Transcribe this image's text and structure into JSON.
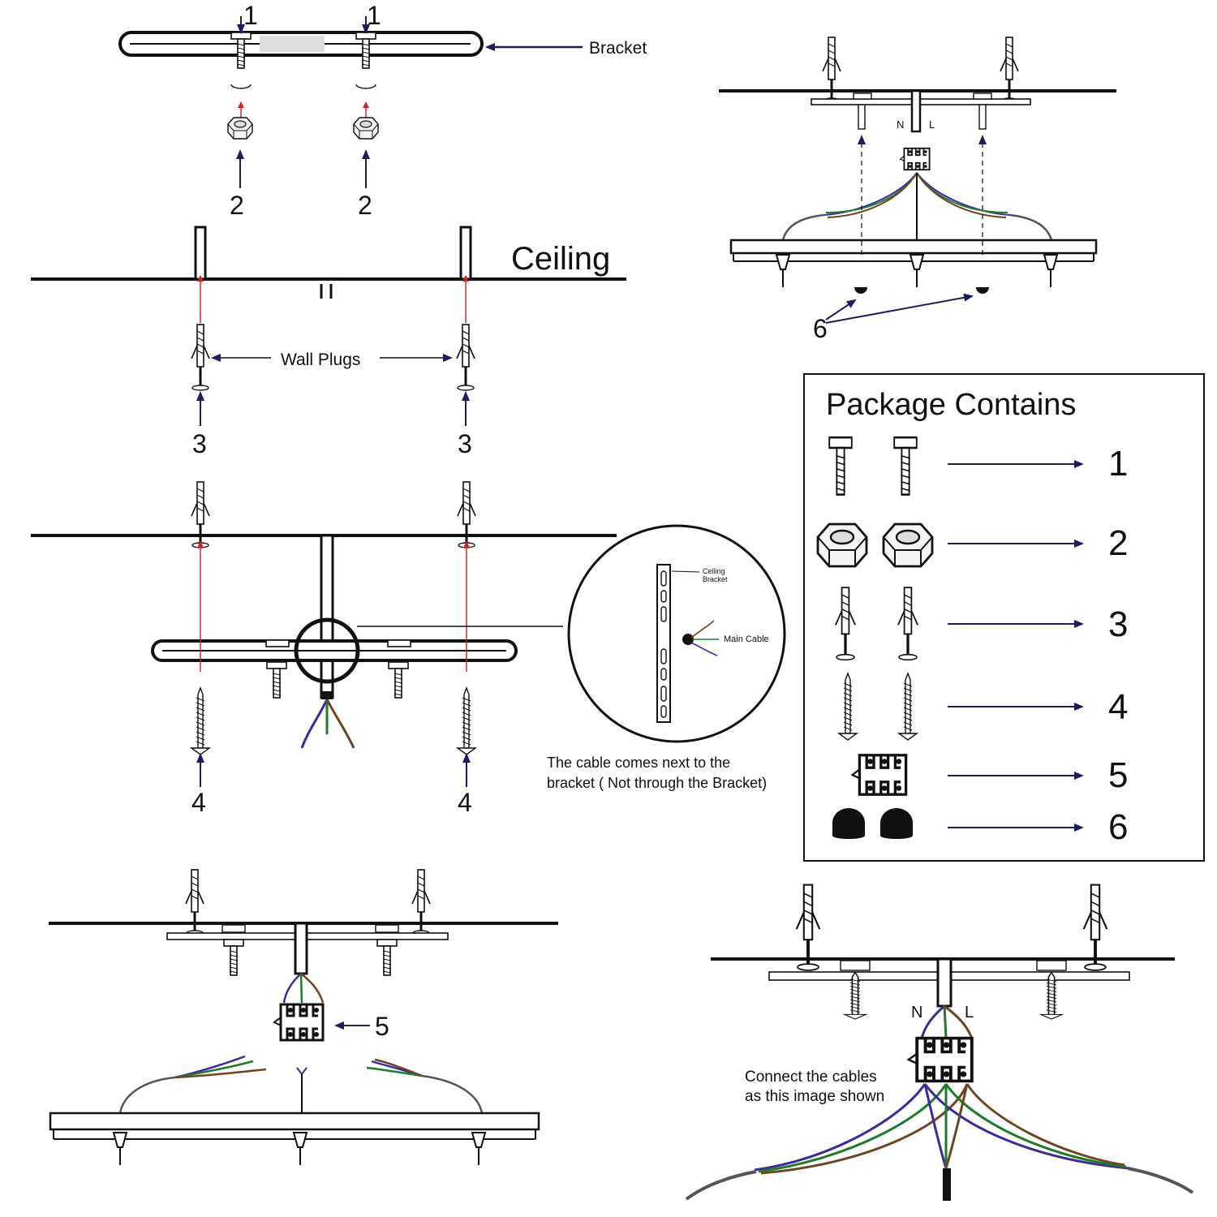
{
  "labels": {
    "bracket": "Bracket",
    "ceiling": "Ceiling",
    "wall_plugs": "Wall Plugs",
    "n": "N",
    "l": "L",
    "ceiling_bracket_1": "Ceiling",
    "ceiling_bracket_2": "Bracket",
    "main_cable": "Main Cable",
    "cable_note_1": "The cable comes next to the",
    "cable_note_2": "bracket ( Not through the Bracket)",
    "connect_1": "Connect the cables",
    "connect_2": "as this image shown"
  },
  "numbers": {
    "screw": "1",
    "nut": "2",
    "plug": "3",
    "wood_screw": "4",
    "connector": "5",
    "cap": "6"
  },
  "package": {
    "title": "Package Contains",
    "items": [
      {
        "num": "1",
        "icon": "thumb-screw-icon"
      },
      {
        "num": "2",
        "icon": "hex-nut-icon"
      },
      {
        "num": "3",
        "icon": "wall-plug-icon"
      },
      {
        "num": "4",
        "icon": "wood-screw-icon"
      },
      {
        "num": "5",
        "icon": "terminal-block-icon"
      },
      {
        "num": "6",
        "icon": "end-cap-icon"
      }
    ]
  },
  "colors": {
    "ink": "#111111",
    "arrow_navy": "#1c1c5e",
    "guide_red": "#cc2222",
    "wire_blue": "#3a2aa0",
    "wire_green": "#1f7a2a",
    "wire_brown": "#6b4620",
    "cable_grey": "#555555"
  }
}
